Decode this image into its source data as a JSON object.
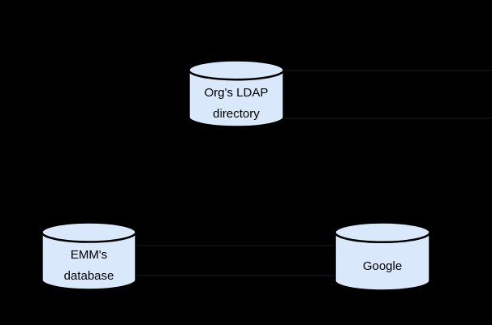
{
  "colors": {
    "background": "#000000",
    "node_fill": "#dae8fc",
    "node_stroke": "#000000",
    "label_text": "#000000",
    "faint_connector": "#0e0e11"
  },
  "nodes": {
    "ldap": {
      "line1": "Org's LDAP",
      "line2": "directory"
    },
    "emm": {
      "line1": "EMM's",
      "line2": "database"
    },
    "google": {
      "line1": "Google",
      "line2": ""
    }
  }
}
